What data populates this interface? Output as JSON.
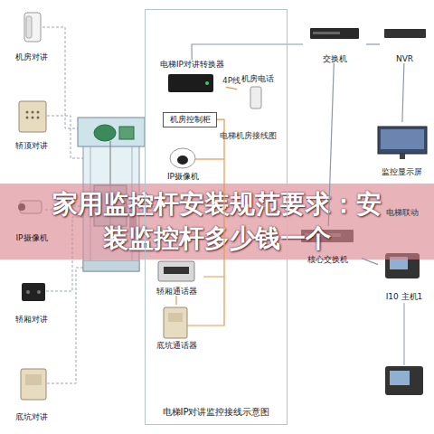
{
  "diagram": {
    "title": "家用监控杆安装规范要求：安装监控杆多少钱一个",
    "nodes": [
      {
        "text": [
          "电梯IP对讲监控接线示意图"
        ]
      },
      {
        "text": [
          "机房对讲"
        ]
      },
      {
        "text": [
          "轿顶对讲"
        ]
      },
      {
        "text": [
          "IP摄像机"
        ]
      },
      {
        "text": [
          "轿厢对讲"
        ]
      },
      {
        "text": [
          "底坑对讲"
        ]
      },
      {
        "text": [
          "电梯IP对讲转换器"
        ],
        "in": 0
      },
      {
        "text": [
          "机房电话"
        ],
        "in": 0
      },
      {
        "text": [
          "机房控制柜"
        ],
        "in": 0
      },
      {
        "text": [
          "IP摄像机"
        ],
        "in": 0
      },
      {
        "text": [
          "轿厢通话器"
        ],
        "in": 0
      },
      {
        "text": [
          "底坑通话器"
        ],
        "in": 0
      },
      {
        "text": [
          "交换机"
        ]
      },
      {
        "text": [
          "NVR"
        ]
      },
      {
        "text": [
          "监控显示屏"
        ]
      },
      {
        "text": [
          "核心交换机"
        ]
      },
      {
        "text": [
          "I10 主机1"
        ]
      }
    ],
    "edges": [
      {
        "from": 6,
        "to": 7,
        "label": "4P线",
        "arrow": "none"
      },
      {
        "from": 6,
        "to": 12,
        "arrow": "none"
      },
      {
        "from": 12,
        "to": 13,
        "arrow": "none"
      },
      {
        "from": 13,
        "to": 14,
        "arrow": "none"
      },
      {
        "from": 12,
        "to": 15,
        "arrow": "none"
      },
      {
        "from": 15,
        "to": 16,
        "arrow": "none"
      },
      {
        "from": 8,
        "to": 10,
        "arrow": "none"
      },
      {
        "from": 10,
        "to": 11,
        "arrow": "none"
      }
    ],
    "labels": [
      "电梯机房接线图",
      "电梯联动"
    ]
  }
}
